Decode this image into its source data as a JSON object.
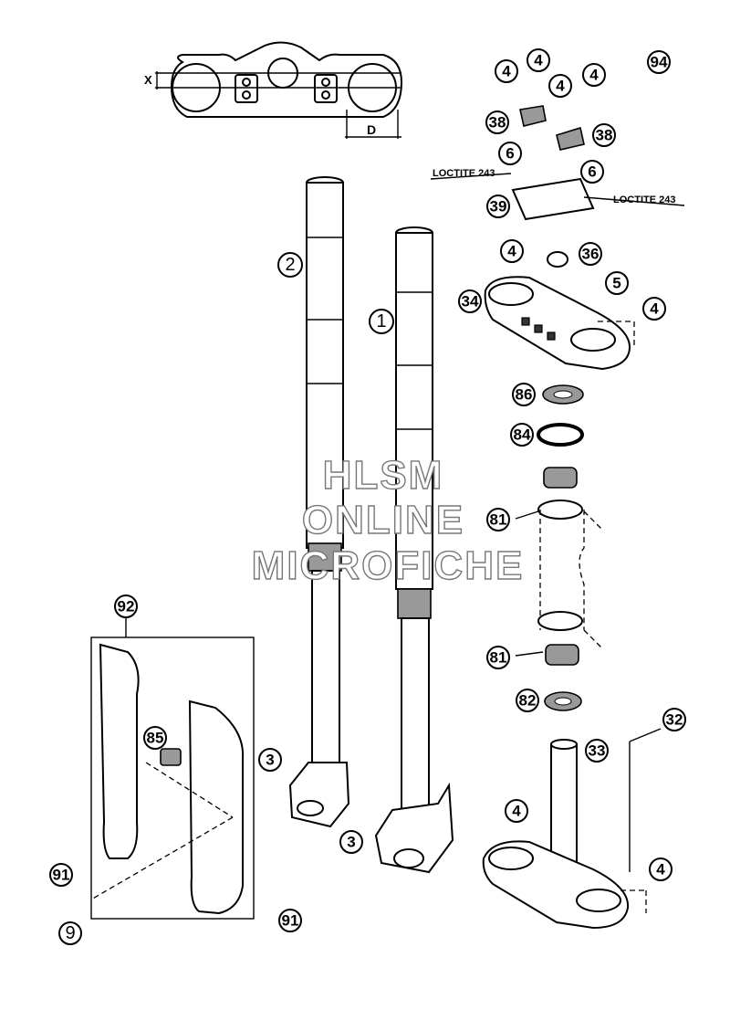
{
  "watermark": [
    "HLSM",
    "ONLINE",
    "MICROFICHE"
  ],
  "dimension_labels": {
    "x": "X",
    "d": "D"
  },
  "notes": {
    "loctite_left": "LOCTITE 243",
    "loctite_right": "LOCTITE 243"
  },
  "callouts": {
    "fork_left": "2",
    "fork_right": "1",
    "bolt_a1": "4",
    "bolt_a2": "4",
    "bolt_a3": "4",
    "bolt_a4": "4",
    "tool": "94",
    "clamp_left": "38",
    "clamp_right": "38",
    "screw_left": "6",
    "screw_right": "6",
    "clamp_holder": "39",
    "bolt_upper_clamp": "4",
    "cap_nut": "36",
    "screw_5": "5",
    "upper_clamp": "34",
    "bolt_upper_side": "4",
    "seal_86": "86",
    "ring_84": "84",
    "bearing_top": "81",
    "bearing_bottom": "81",
    "seal_82": "82",
    "stem": "32",
    "stem_sub": "33",
    "bolt_lower_clamp": "4",
    "bolt_lower_side": "4",
    "guard_set": "92",
    "guard_clip": "85",
    "screw_left_leg": "3",
    "screw_right_leg": "3",
    "washer_left": "91",
    "washer_right": "91",
    "screw_9": "9"
  }
}
